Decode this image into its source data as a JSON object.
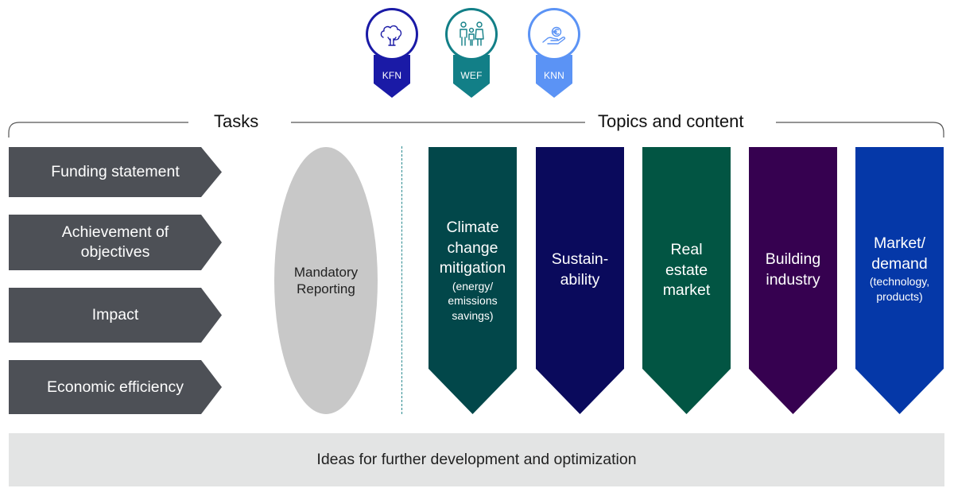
{
  "badges": [
    {
      "label": "KFN",
      "icon": "tree-icon",
      "color": "#1a1aa6"
    },
    {
      "label": "WEF",
      "icon": "family-icon",
      "color": "#127f87"
    },
    {
      "label": "KNN",
      "icon": "euro-hand-icon",
      "color": "#5b93f5"
    }
  ],
  "headers": {
    "tasks": "Tasks",
    "topics": "Topics and content"
  },
  "tasks": [
    "Funding statement",
    "Achievement of objectives",
    "Impact",
    "Economic efficiency"
  ],
  "reporting": {
    "line1": "Mandatory",
    "line2": "Reporting"
  },
  "topics": [
    {
      "main": [
        "Climate",
        "change",
        "mitigation"
      ],
      "sub": [
        "(energy/",
        "emissions",
        "savings)"
      ],
      "color": "#02474a"
    },
    {
      "main": [
        "Sustain-",
        "ability"
      ],
      "sub": [],
      "color": "#0a0a5c"
    },
    {
      "main": [
        "Real",
        "estate",
        "market"
      ],
      "sub": [],
      "color": "#025543"
    },
    {
      "main": [
        "Building",
        "industry"
      ],
      "sub": [],
      "color": "#360150"
    },
    {
      "main": [
        "Market/",
        "demand"
      ],
      "sub": [
        "(technology,",
        "products)"
      ],
      "color": "#0538a8"
    }
  ],
  "bottom": "Ideas for further development and optimization"
}
